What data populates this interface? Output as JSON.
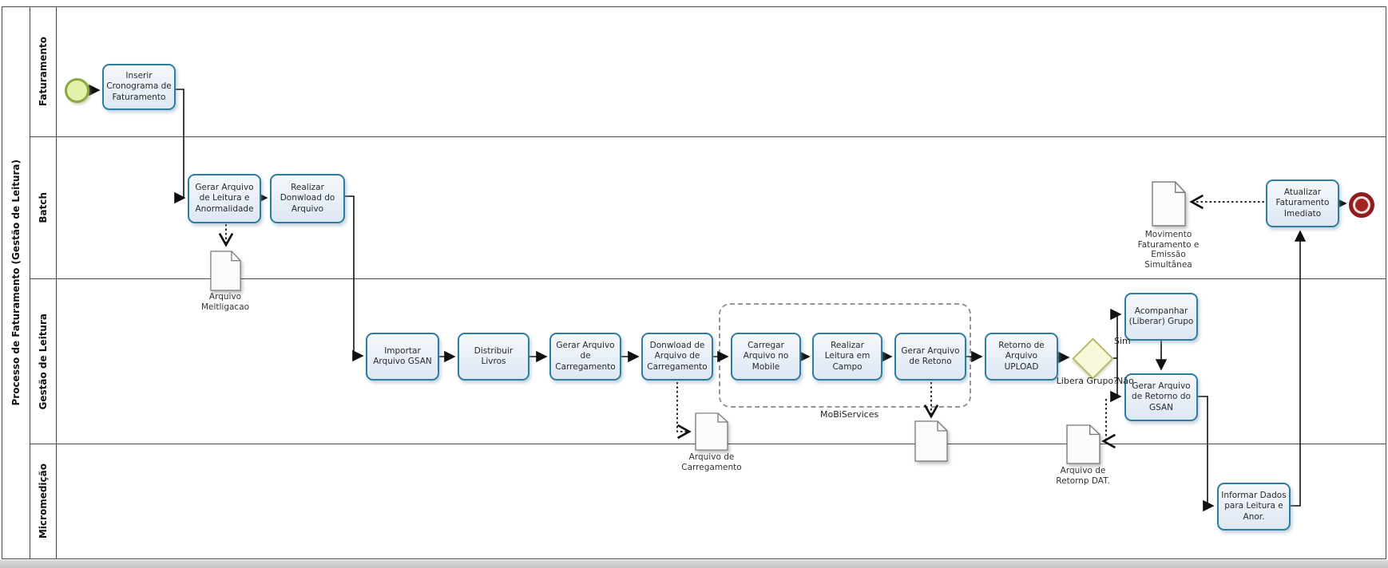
{
  "pool": {
    "title": "Processo de Faturamento (Gestão de Leitura)",
    "lanes": [
      {
        "label": "Faturamento"
      },
      {
        "label": "Batch"
      },
      {
        "label": "Gestão de Leitura"
      },
      {
        "label": "Micromedição"
      }
    ]
  },
  "tasks": {
    "inserir_cronograma": "Inserir Cronograma de Faturamento",
    "gerar_arquivo_leitura": "Gerar Arquivo de Leitura e Anormalidade",
    "realizar_download": "Realizar Donwload do Arquivo",
    "importar_gsan": "Importar Arquivo GSAN",
    "distribuir_livros": "Distribuir Livros",
    "gerar_carregamento": "Gerar Arquivo de Carregamento",
    "download_carregamento": "Donwload de Arquivo de Carregamento",
    "carregar_mobile": "Carregar Arquivo no Mobile",
    "realizar_leitura": "Realizar Leitura em Campo",
    "gerar_retono": "Gerar Arquivo de Retono",
    "retorno_upload": "Retorno de Arquivo UPLOAD",
    "acompanhar": "Acompanhar (Liberar) Grupo",
    "gerar_retorno_gsan": "Gerar Arquivo de Retorno do GSAN",
    "atualizar": "Atualizar Faturamento Imediato",
    "informar": "Informar Dados para Leitura e Anor."
  },
  "documents": {
    "meltligacao": "Arquivo Meltligacao",
    "movimento": "Movimento Faturamento e Emissão Simultânea",
    "carregamento": "Arquivo de Carregamento",
    "retornp": "Arquivo de Retornp DAT."
  },
  "gateway": {
    "label": "Libera Grupo?",
    "yes_label": "Sim",
    "no_label": "Não"
  },
  "group": {
    "label": "MoBiServices"
  },
  "colors": {
    "task_border": "#2e7d9e",
    "task_fill": "#e9eff8",
    "start_fill": "#e4f2ab",
    "start_border": "#8ba842",
    "gateway_fill": "#f8f8da",
    "gateway_border": "#b9b96a",
    "end_color": "#8f1d1d",
    "group_border": "#8f9698"
  }
}
